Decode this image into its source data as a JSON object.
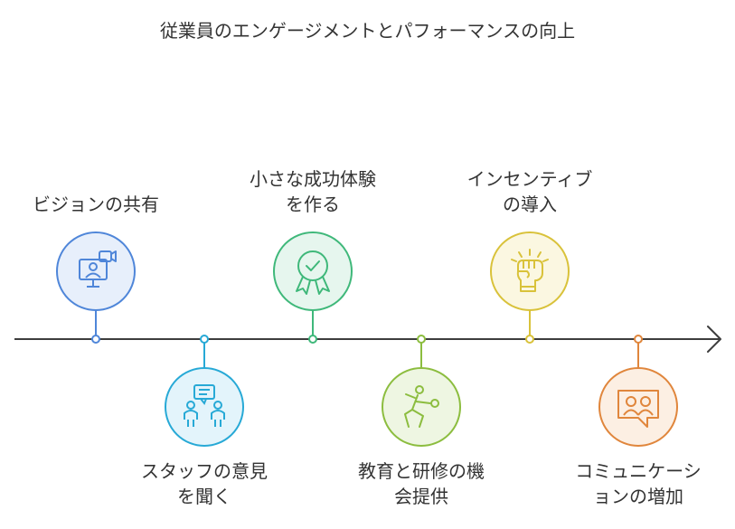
{
  "title": "従業員のエンゲージメントとパフォーマンスの向上",
  "milestones": [
    {
      "label_lines": [
        "ビジョンの共有"
      ],
      "position": "above",
      "icon": "video-presentation-icon",
      "color": "#4f86d9",
      "fill": "#e7effb"
    },
    {
      "label_lines": [
        "スタッフの意見",
        "を聞く"
      ],
      "position": "below",
      "icon": "people-chat-icon",
      "color": "#27a9d6",
      "fill": "#e3f4fb"
    },
    {
      "label_lines": [
        "小さな成功体験",
        "を作る"
      ],
      "position": "above",
      "icon": "award-badge-icon",
      "color": "#3fb87a",
      "fill": "#e6f6ee"
    },
    {
      "label_lines": [
        "教育と研修の機",
        "会提供"
      ],
      "position": "below",
      "icon": "training-person-icon",
      "color": "#8cbd3f",
      "fill": "#eef6e2"
    },
    {
      "label_lines": [
        "インセンティブ",
        "の導入"
      ],
      "position": "above",
      "icon": "raised-fist-icon",
      "color": "#d9c23a",
      "fill": "#fbf7e1"
    },
    {
      "label_lines": [
        "コミュニケーシ",
        "ョンの増加"
      ],
      "position": "below",
      "icon": "group-conversation-icon",
      "color": "#e0863c",
      "fill": "#fcefe3"
    }
  ],
  "colors": {
    "timeline": "#3d3d3d",
    "text": "#333333"
  }
}
